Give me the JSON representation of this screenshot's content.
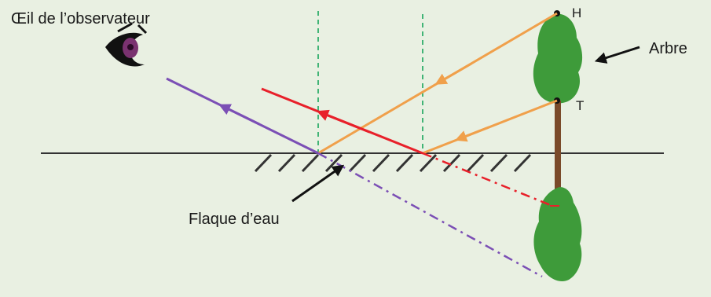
{
  "labels": {
    "eye": "Œil de l’observateur",
    "tree": "Arbre",
    "puddle": "Flaque d’eau",
    "top_point": "H",
    "trunk_point": "T"
  },
  "colors": {
    "background": "#e9f0e2",
    "tree_foliage": "#3e9b3a",
    "trunk": "#7a4a2a",
    "incident_ray": "#f0a04b",
    "reflected_ray_from_T": "#e8202a",
    "reflected_ray_from_H": "#7b4fb5",
    "normal_line": "#2fae6a",
    "eye_iris": "#7a3270"
  }
}
